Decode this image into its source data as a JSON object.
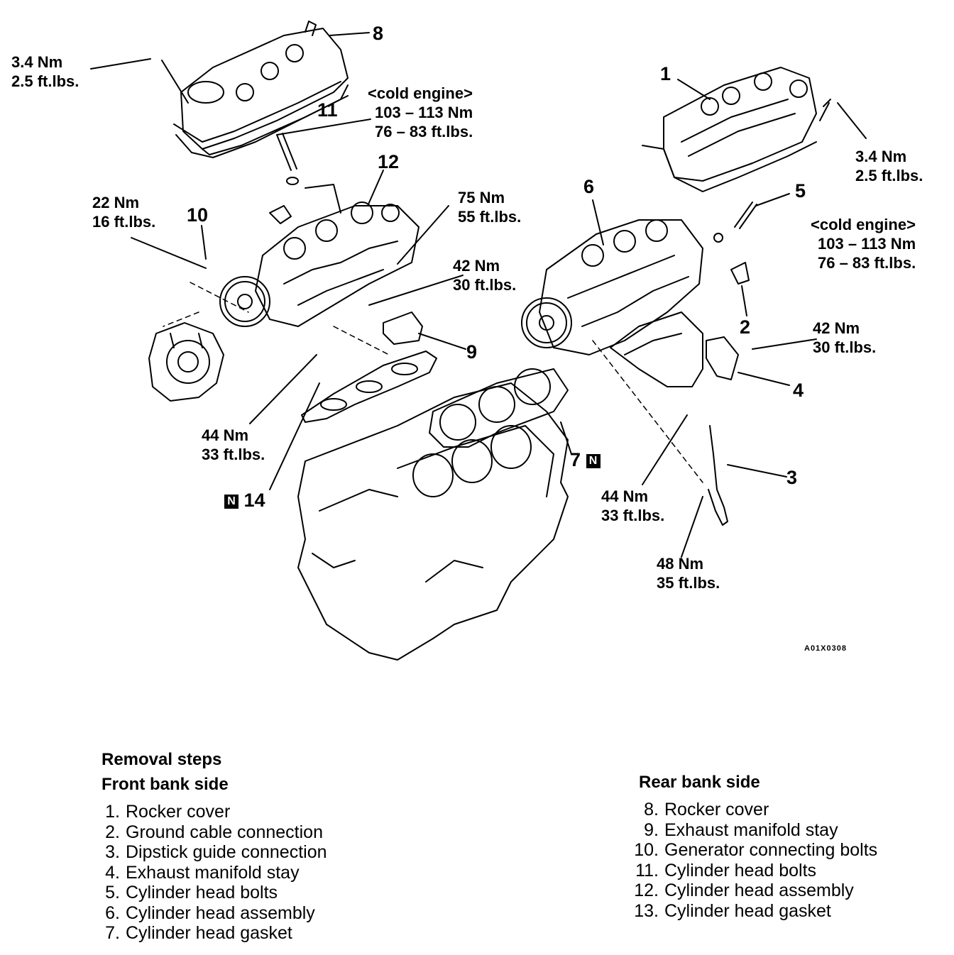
{
  "callouts": {
    "c1": "1",
    "c2": "2",
    "c3": "3",
    "c4": "4",
    "c5": "5",
    "c6": "6",
    "c7": "7",
    "c8": "8",
    "c9": "9",
    "c10": "10",
    "c11": "11",
    "c12": "12",
    "c14": "14",
    "new_part_mark": "N"
  },
  "torque_specs": {
    "rocker_cover_rear": [
      "3.4 Nm",
      "2.5 ft.lbs."
    ],
    "rocker_cover_front": [
      "3.4 Nm",
      "2.5 ft.lbs."
    ],
    "head_bolts_rear": [
      "<cold engine>",
      "103 – 113 Nm",
      "76 – 83 ft.lbs."
    ],
    "head_bolts_front": [
      "<cold engine>",
      "103 – 113 Nm",
      "76 – 83 ft.lbs."
    ],
    "generator_bolts": [
      "22 Nm",
      "16 ft.lbs."
    ],
    "sprocket_bolt": [
      "75 Nm",
      "55 ft.lbs."
    ],
    "stay_rear": [
      "42 Nm",
      "30 ft.lbs."
    ],
    "stay_front": [
      "42 Nm",
      "30 ft.lbs."
    ],
    "manifold_rear": [
      "44 Nm",
      "33 ft.lbs."
    ],
    "manifold_front": [
      "44 Nm",
      "33 ft.lbs."
    ],
    "dipstick": [
      "48 Nm",
      "35 ft.lbs."
    ]
  },
  "figure_code": "A01X0308",
  "legend": {
    "title": "Removal steps",
    "front_heading": "Front bank side",
    "rear_heading": "Rear bank side",
    "front_items": [
      {
        "n": "1.",
        "text": "Rocker cover"
      },
      {
        "n": "2.",
        "text": "Ground cable connection"
      },
      {
        "n": "3.",
        "text": "Dipstick guide connection"
      },
      {
        "n": "4.",
        "text": "Exhaust manifold stay"
      },
      {
        "n": "5.",
        "text": "Cylinder head bolts"
      },
      {
        "n": "6.",
        "text": "Cylinder head assembly"
      },
      {
        "n": "7.",
        "text": "Cylinder head gasket"
      }
    ],
    "rear_items": [
      {
        "n": "8.",
        "text": "Rocker cover"
      },
      {
        "n": "9.",
        "text": "Exhaust manifold stay"
      },
      {
        "n": "10.",
        "text": "Generator connecting bolts"
      },
      {
        "n": "11.",
        "text": "Cylinder head bolts"
      },
      {
        "n": "12.",
        "text": "Cylinder head assembly"
      },
      {
        "n": "13.",
        "text": "Cylinder head gasket"
      }
    ]
  }
}
